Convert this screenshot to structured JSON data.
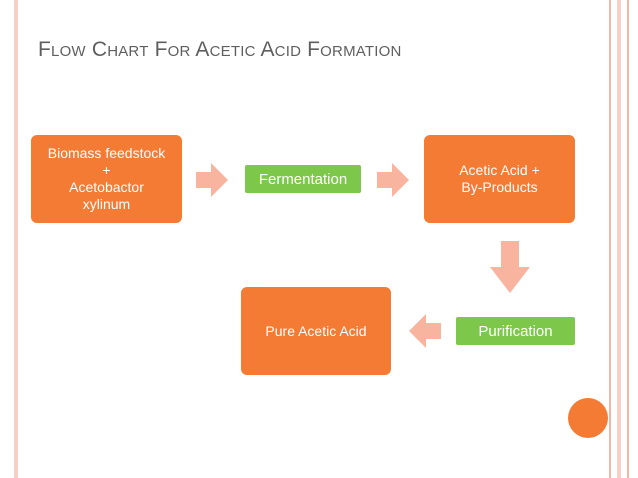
{
  "slide": {
    "title": "Flow Chart For Acetic Acid Formation"
  },
  "flow": {
    "step_feedstock": "Biomass feedstock\n+\nAcetobactor\nxylinum",
    "step_fermentation": "Fermentation",
    "step_acetic": "Acetic Acid +\nBy-Products",
    "step_purification": "Purification",
    "step_pure": "Pure Acetic Acid"
  },
  "colors": {
    "orange_box": "#f47b34",
    "green_box": "#7dc84a",
    "arrow": "#f9b49f",
    "frame_line": "#f3b6a6"
  }
}
